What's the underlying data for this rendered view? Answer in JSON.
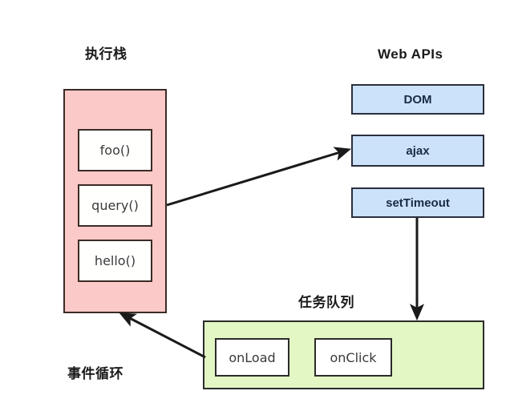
{
  "diagram": {
    "title_call_stack": "执行栈",
    "title_web_apis": "Web APIs",
    "title_task_queue": "任务队列",
    "title_event_loop": "事件循环",
    "colors": {
      "call_stack_fill": "#fcc9c9",
      "task_queue_fill": "#e3f7c4",
      "web_api_fill": "#cce2fb",
      "frame_fill": "#ffffff",
      "stroke": "#2b2b2b",
      "arrow": "#1a1a1a"
    }
  },
  "call_stack": {
    "label": "执行栈",
    "frames": [
      {
        "name": "foo()"
      },
      {
        "name": "query()"
      },
      {
        "name": "hello()"
      }
    ]
  },
  "web_apis": {
    "label": "Web APIs",
    "items": [
      {
        "name": "DOM"
      },
      {
        "name": "ajax"
      },
      {
        "name": "setTimeout"
      }
    ]
  },
  "task_queue": {
    "label": "任务队列",
    "items": [
      {
        "name": "onLoad"
      },
      {
        "name": "onClick"
      }
    ]
  },
  "event_loop": {
    "label": "事件循环"
  },
  "arrows": [
    {
      "name": "query-to-ajax",
      "from": "query()",
      "to": "ajax"
    },
    {
      "name": "settimeout-to-task-queue",
      "from": "setTimeout",
      "to": "任务队列"
    },
    {
      "name": "task-queue-to-call-stack",
      "from": "任务队列",
      "to": "执行栈"
    }
  ]
}
